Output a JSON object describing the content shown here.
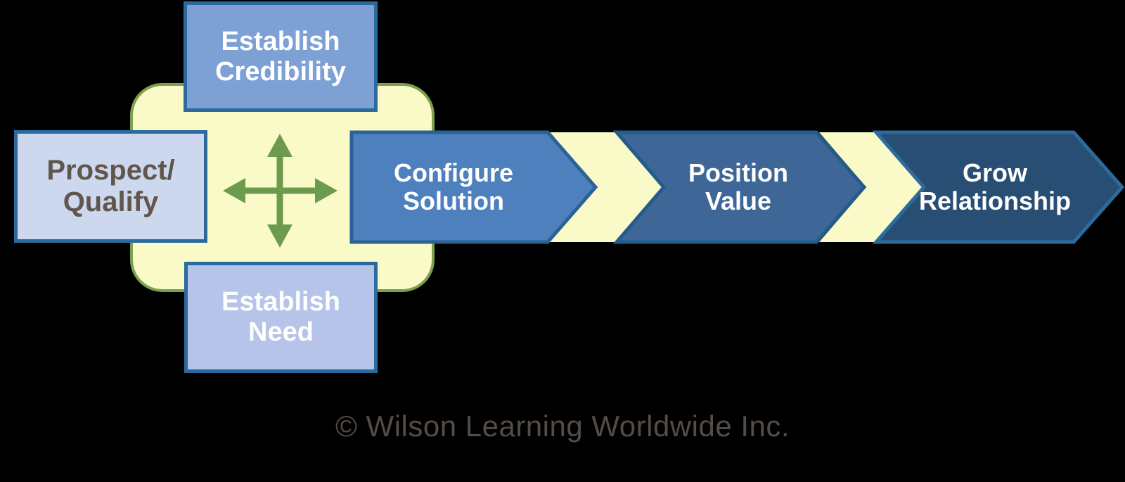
{
  "colors": {
    "background": "#000000",
    "hub_fill": "#FAFAC8",
    "hub_border": "#7CA14E",
    "cross_green": "#6D9B4D",
    "box_border": "#2C6A9E",
    "credibility_fill": "#7DA0D5",
    "prospect_fill": "#CDD7EE",
    "prospect_text": "#60564B",
    "need_fill": "#B5C4E8",
    "connector_fill": "#FAFAC8",
    "configure_fill": "#4E80BE",
    "configure_border": "#2B6295",
    "position_fill": "#3E6697",
    "position_border": "#235C8A",
    "grow_fill": "#284E74",
    "grow_border": "#2C6B9E",
    "copyright_text": "#544C45"
  },
  "hub": {
    "icon": "four-way-arrows",
    "boxes": {
      "establish_credibility": "Establish\nCredibility",
      "prospect_qualify": "Prospect/\nQualify",
      "establish_need": "Establish\nNeed"
    }
  },
  "process": {
    "steps": [
      {
        "label": "Configure\nSolution"
      },
      {
        "label": "Position\nValue"
      },
      {
        "label": "Grow\nRelationship"
      }
    ]
  },
  "footer": {
    "copyright": "© Wilson Learning Worldwide Inc."
  }
}
